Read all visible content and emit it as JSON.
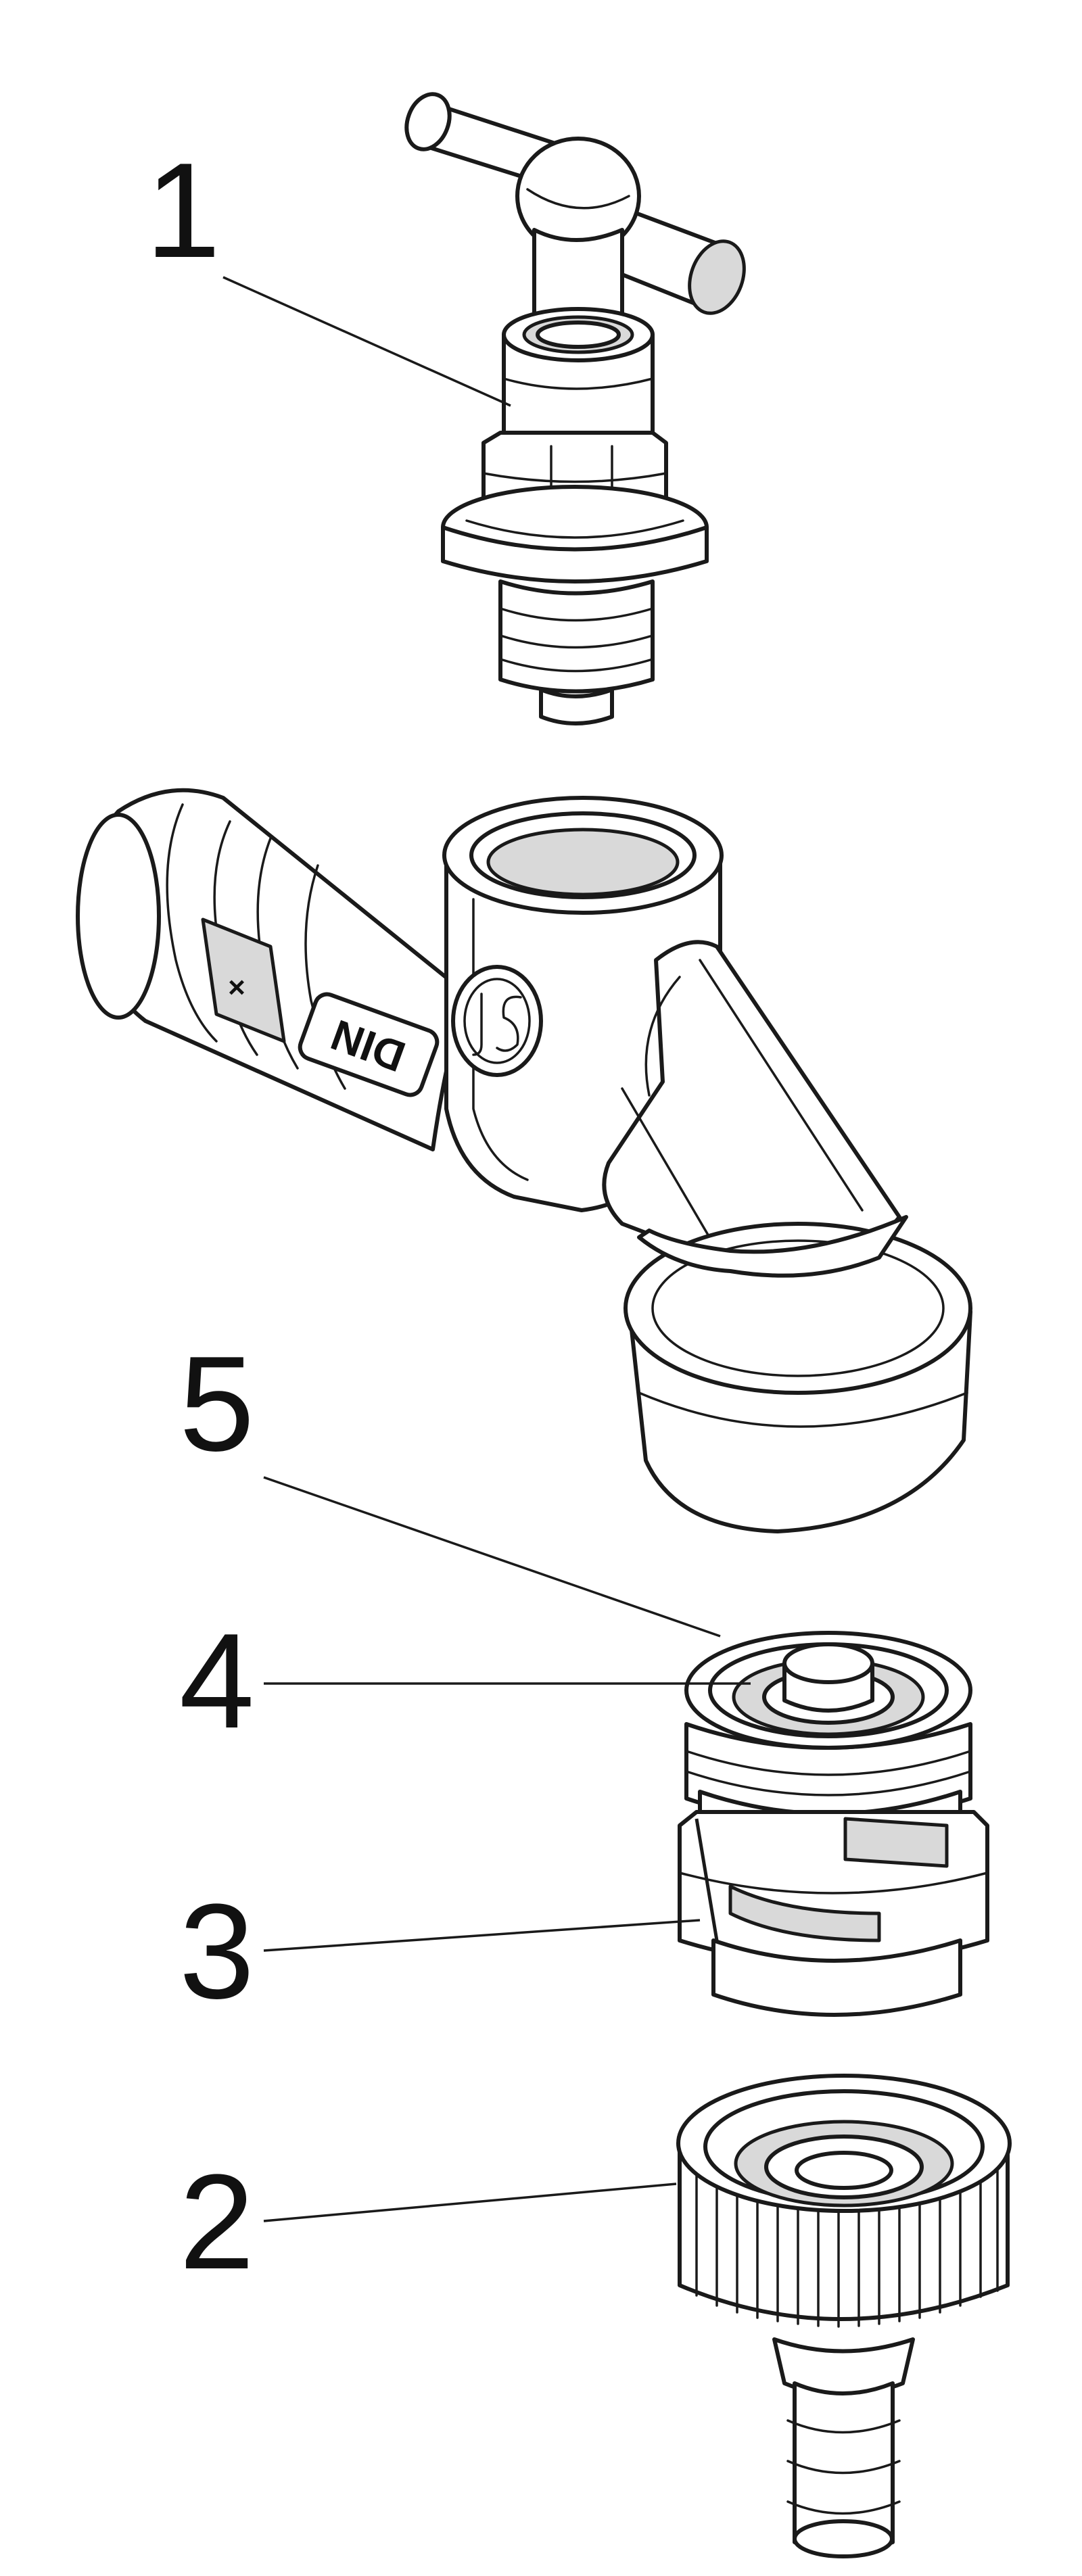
{
  "callouts": [
    {
      "id": "1",
      "label": "1"
    },
    {
      "id": "5",
      "label": "5"
    },
    {
      "id": "4",
      "label": "4"
    },
    {
      "id": "3",
      "label": "3"
    },
    {
      "id": "2",
      "label": "2"
    }
  ],
  "body_marks": {
    "din": "DIN",
    "cross": "×"
  },
  "colors": {
    "line": "#1a1a1a",
    "fill": "#ffffff",
    "shade": "#d9d9d9"
  }
}
